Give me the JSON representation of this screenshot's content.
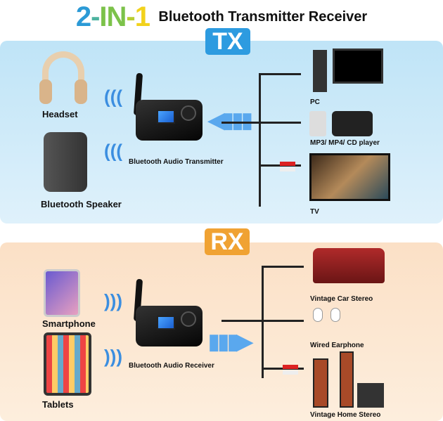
{
  "title": {
    "prefix_parts": [
      "2",
      "-",
      "IN",
      "-",
      "1"
    ],
    "text": "Bluetooth Transmitter Receiver"
  },
  "tx": {
    "badge": "TX",
    "left_items": [
      "Headset",
      "Bluetooth Speaker"
    ],
    "device_label": "Bluetooth Audio Transmitter",
    "right_items": [
      "PC",
      "MP3/ MP4/ CD player",
      "TV"
    ]
  },
  "rx": {
    "badge": "RX",
    "left_items": [
      "Smartphone",
      "Tablets"
    ],
    "device_label": "Bluetooth Audio Receiver",
    "right_items": [
      "Vintage Car Stereo",
      "Wired Earphone",
      "Vintage Home Stereo"
    ]
  },
  "colors": {
    "tx_badge": "#2d9be0",
    "rx_badge": "#f0a233",
    "title_2": "#2b9ad6",
    "title_in": "#7cc24a",
    "title_1": "#f2d21c"
  }
}
